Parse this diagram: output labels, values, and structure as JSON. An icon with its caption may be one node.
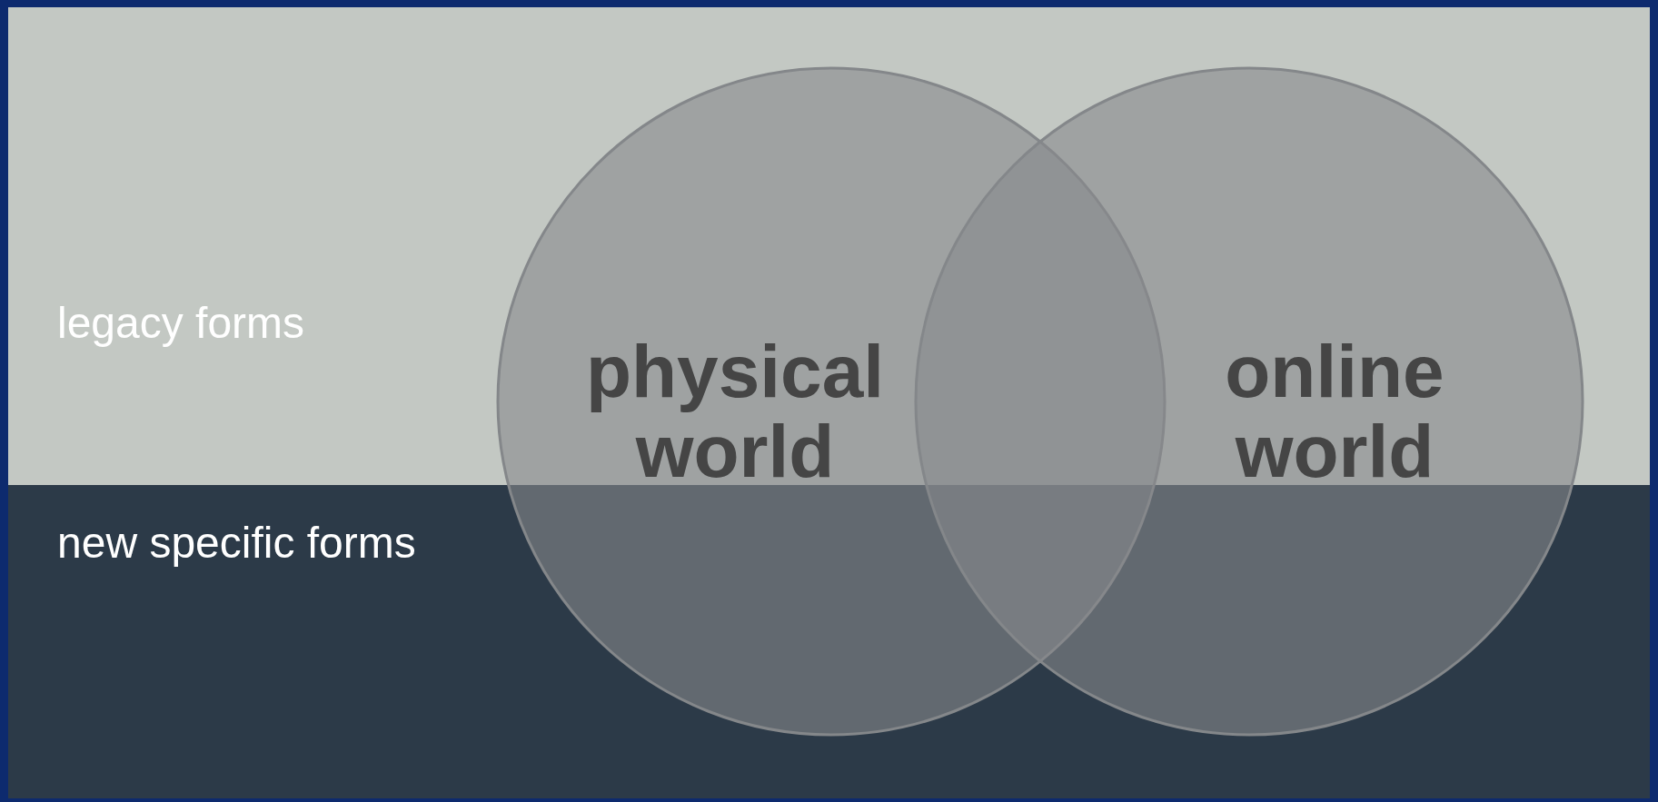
{
  "diagram": {
    "nodes": [
      {
        "text": [
          "legacy forms"
        ]
      },
      {
        "text": [
          "new specific forms"
        ]
      },
      {
        "text": [
          "physical world"
        ]
      },
      {
        "text": [
          "online world"
        ]
      }
    ]
  }
}
